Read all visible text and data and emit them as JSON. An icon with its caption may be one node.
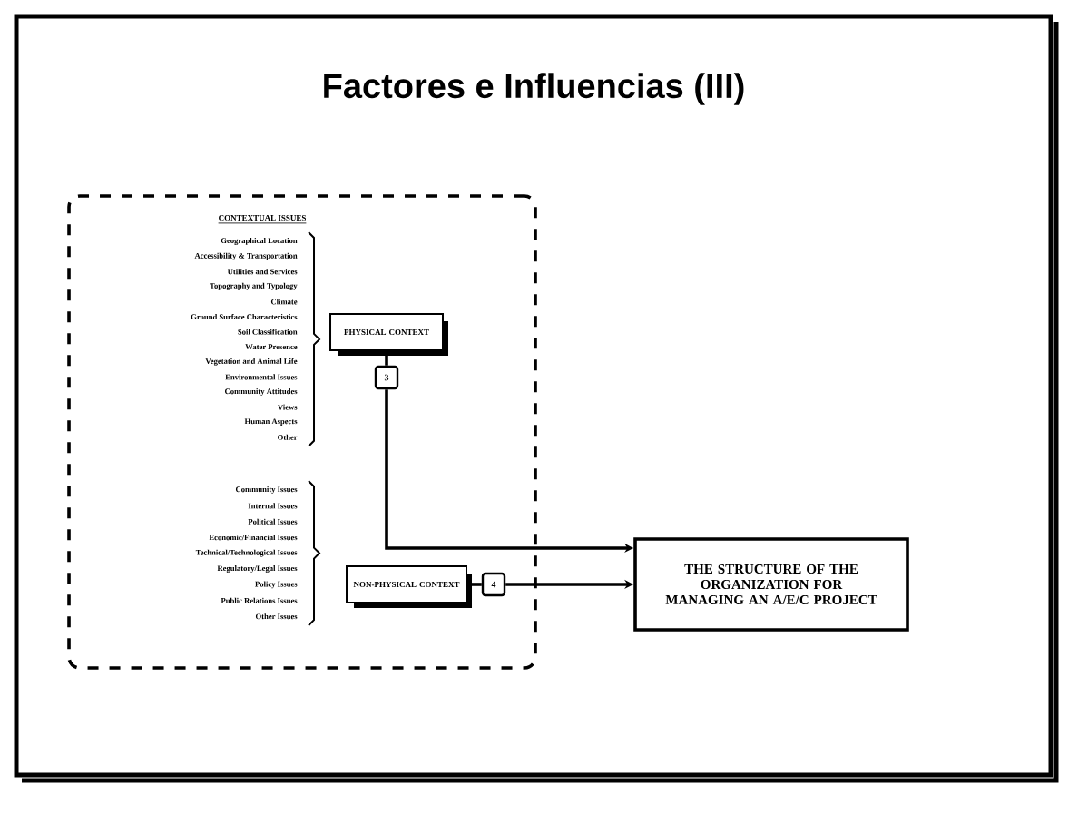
{
  "diagram": {
    "title": "Factores e Influencias (III)",
    "nodes": [
      {
        "text": [
          "CONTEXTUAL ISSUES"
        ]
      },
      {
        "text": [
          "PHYSICAL CONTEXT"
        ],
        "in": 0
      },
      {
        "text": [
          "3"
        ],
        "in": 0
      },
      {
        "text": [
          "NON-PHYSICAL CONTEXT"
        ],
        "in": 0
      },
      {
        "text": [
          "4"
        ],
        "in": 0
      },
      {
        "text": [
          "THE STRUCTURE OF THE ORGANIZATION FOR MANAGING AN A/E/C PROJECT"
        ]
      }
    ],
    "edges": [
      {
        "from": 1,
        "to": 2,
        "arrow": "none"
      },
      {
        "from": 2,
        "to": 5,
        "arrow": "to"
      },
      {
        "from": 3,
        "to": 4,
        "arrow": "none"
      },
      {
        "from": 4,
        "to": 5,
        "arrow": "to"
      }
    ],
    "labels": [
      "Geographical Location",
      "Accessibility & Transportation",
      "Utilities and Services",
      "Topography and Typology",
      "Climate",
      "Ground Surface Characteristics",
      "Soil Classification",
      "Water Presence",
      "Vegetation and Animal Life",
      "Environmental Issues",
      "Community Attitudes",
      "Views",
      "Human Aspects",
      "Other",
      "Community Issues",
      "Internal Issues",
      "Political Issues",
      "Economic/Financial Issues",
      "Technical/Technological Issues",
      "Regulatory/Legal Issues",
      "Policy Issues",
      "Public Relations Issues",
      "Other Issues"
    ]
  }
}
